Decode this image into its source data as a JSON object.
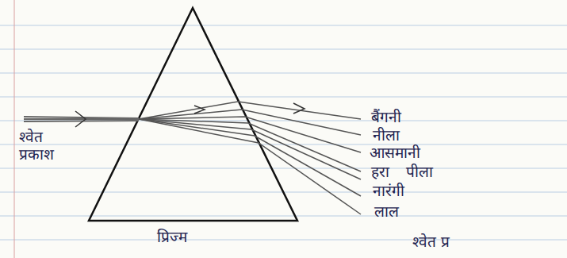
{
  "diagram": {
    "labels": [
      "श्वेत प्रकाश",
      "प्रिज्म",
      "बैंगनी",
      "नीला",
      "आसमानी",
      "हरा",
      "पीला",
      "नारंगी",
      "लाल",
      "श्वेत प्र"
    ]
  }
}
